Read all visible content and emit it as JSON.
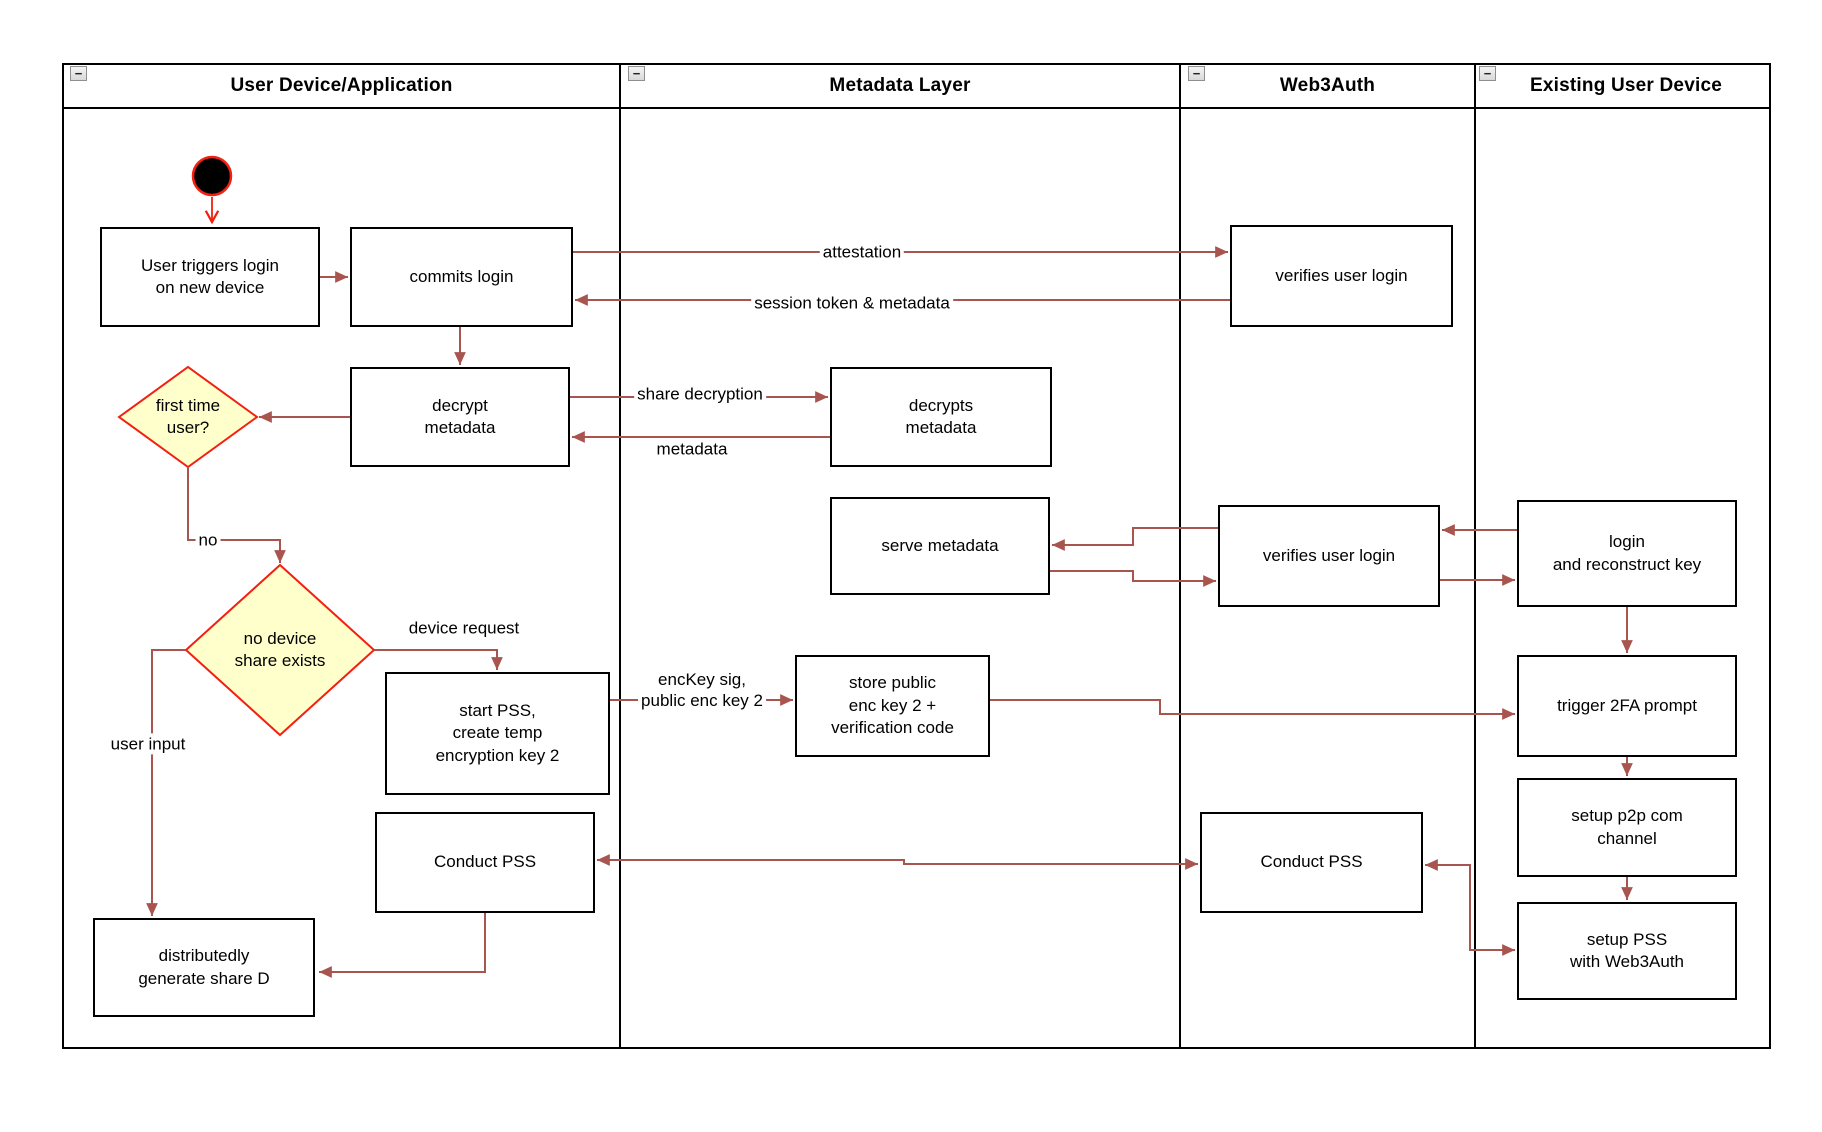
{
  "ui": {
    "collapse_glyph": "−"
  },
  "lanes": [
    {
      "title": "User Device/Application"
    },
    {
      "title": "Metadata Layer"
    },
    {
      "title": "Web3Auth"
    },
    {
      "title": "Existing User Device"
    }
  ],
  "nodes": {
    "user_triggers": {
      "lines": [
        "User triggers login",
        "on new device"
      ]
    },
    "commits_login": {
      "lines": [
        "commits login"
      ]
    },
    "decrypt_metadata": {
      "lines": [
        "decrypt",
        "metadata"
      ]
    },
    "first_time_user": {
      "lines": [
        "first time",
        "user?"
      ]
    },
    "no_device_share": {
      "lines": [
        "no device",
        "share exists"
      ]
    },
    "start_pss": {
      "lines": [
        "start PSS,",
        "create temp",
        "encryption key 2"
      ]
    },
    "conduct_pss_user": {
      "lines": [
        "Conduct PSS"
      ]
    },
    "distributedly": {
      "lines": [
        "distributedly",
        "generate share D"
      ]
    },
    "decrypts_metadata": {
      "lines": [
        "decrypts",
        "metadata"
      ]
    },
    "serve_metadata": {
      "lines": [
        "serve metadata"
      ]
    },
    "store_public": {
      "lines": [
        "store public",
        "enc key 2 +",
        "verification code"
      ]
    },
    "verifies_login_1": {
      "lines": [
        "verifies user login"
      ]
    },
    "verifies_login_2": {
      "lines": [
        "verifies user login"
      ]
    },
    "conduct_pss_web3": {
      "lines": [
        "Conduct PSS"
      ]
    },
    "login_reconstruct": {
      "lines": [
        "login",
        "and reconstruct key"
      ]
    },
    "trigger_2fa": {
      "lines": [
        "trigger 2FA prompt"
      ]
    },
    "setup_p2p": {
      "lines": [
        "setup p2p com",
        "channel"
      ]
    },
    "setup_pss": {
      "lines": [
        "setup PSS",
        "with Web3Auth"
      ]
    }
  },
  "edge_labels": {
    "attestation": "attestation",
    "session_token": "session token & metadata",
    "share_decryption": "share decryption",
    "metadata": "metadata",
    "no": "no",
    "device_request": "device request",
    "user_input": "user input",
    "enckey": {
      "lines": [
        "encKey sig,",
        "public enc key 2"
      ]
    }
  },
  "colors": {
    "connector": "#a8554f",
    "start_red": "#f32011",
    "decision_fill": "#ffffcc",
    "decision_border": "#f32011",
    "node_border": "#000000"
  }
}
